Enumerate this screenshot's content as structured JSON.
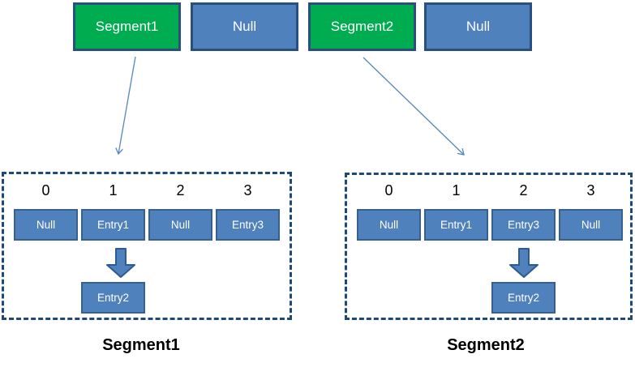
{
  "top_row": {
    "cells": [
      {
        "label": "Segment1",
        "type": "segment"
      },
      {
        "label": "Null",
        "type": "null"
      },
      {
        "label": "Segment2",
        "type": "segment"
      },
      {
        "label": "Null",
        "type": "null"
      }
    ]
  },
  "segments": [
    {
      "caption": "Segment1",
      "indices": [
        "0",
        "1",
        "2",
        "3"
      ],
      "slots": [
        "Null",
        "Entry1",
        "Null",
        "Entry3"
      ],
      "overflow_entry": "Entry2",
      "overflow_from_index": "1"
    },
    {
      "caption": "Segment2",
      "indices": [
        "0",
        "1",
        "2",
        "3"
      ],
      "slots": [
        "Null",
        "Entry1",
        "Entry3",
        "Null"
      ],
      "overflow_entry": "Entry2",
      "overflow_from_index": "2"
    }
  ],
  "icons": {
    "pointer_arrows": "thin-diagonal-arrow",
    "overflow_arrows": "block-down-arrow"
  },
  "colors": {
    "segment_fill": "#00AC50",
    "pointer_fill": "#4F81BD",
    "top_box_border": "#27507F",
    "slot_border": "#36608F",
    "dashed_border": "#1F497D",
    "thin_arrow": "#5585C2",
    "block_arrow_fill": "#4F81BD",
    "block_arrow_border": "#2E5A8F",
    "text_on_boxes": "#FFFFFF",
    "text_labels": "#000000",
    "background": "#FFFFFF"
  }
}
